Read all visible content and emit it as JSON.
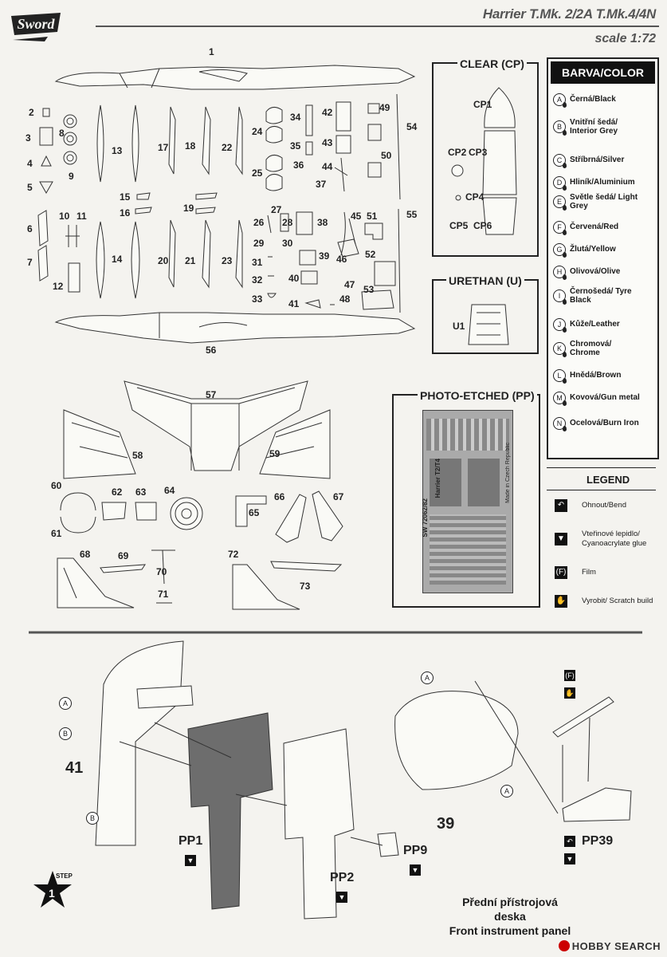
{
  "header": {
    "logo_text": "Sword",
    "title": "Harrier T.Mk. 2/2A T.Mk.4/4N",
    "scale": "scale 1:72"
  },
  "sprue_numbers": [
    "1",
    "2",
    "3",
    "4",
    "5",
    "6",
    "7",
    "8",
    "9",
    "10",
    "11",
    "12",
    "13",
    "14",
    "15",
    "16",
    "17",
    "18",
    "19",
    "20",
    "21",
    "22",
    "23",
    "24",
    "25",
    "26",
    "27",
    "28",
    "29",
    "30",
    "31",
    "32",
    "33",
    "34",
    "35",
    "36",
    "37",
    "38",
    "39",
    "40",
    "41",
    "42",
    "43",
    "44",
    "45",
    "46",
    "47",
    "48",
    "49",
    "50",
    "51",
    "52",
    "53",
    "54",
    "55",
    "56",
    "57",
    "58",
    "59",
    "60",
    "61",
    "62",
    "63",
    "64",
    "65",
    "66",
    "67",
    "68",
    "69",
    "70",
    "71",
    "72",
    "73"
  ],
  "clear_box": {
    "title": "CLEAR (CP)",
    "labels": [
      "CP1",
      "CP2",
      "CP3",
      "CP4",
      "CP5",
      "CP6"
    ]
  },
  "urethan_box": {
    "title": "URETHAN (U)",
    "labels": [
      "U1"
    ]
  },
  "photo_etched_box": {
    "title": "PHOTO-ETCHED (PP)",
    "fret_text": [
      "SW 72062/82",
      "Harrier T2/T4",
      "Made in Czech Republic"
    ]
  },
  "colors": {
    "title": "BARVA/COLOR",
    "items": [
      {
        "key": "A",
        "label": "Černá/Black"
      },
      {
        "key": "B",
        "label": "Vnitřní šedá/ Interior Grey"
      },
      {
        "key": "C",
        "label": "Stříbrná/Silver"
      },
      {
        "key": "D",
        "label": "Hliník/Aluminium"
      },
      {
        "key": "E",
        "label": "Světle šedá/ Light Grey"
      },
      {
        "key": "F",
        "label": "Červená/Red"
      },
      {
        "key": "G",
        "label": "Žlutá/Yellow"
      },
      {
        "key": "H",
        "label": "Olivová/Olive"
      },
      {
        "key": "I",
        "label": "Černošedá/ Tyre Black"
      },
      {
        "key": "J",
        "label": "Kůže/Leather"
      },
      {
        "key": "K",
        "label": "Chromová/ Chrome"
      },
      {
        "key": "L",
        "label": "Hnědá/Brown"
      },
      {
        "key": "M",
        "label": "Kovová/Gun metal"
      },
      {
        "key": "N",
        "label": "Ocelová/Burn Iron"
      }
    ]
  },
  "legend": {
    "title": "LEGEND",
    "items": [
      {
        "icon": "bend-icon",
        "label": "Ohnout/Bend"
      },
      {
        "icon": "glue-icon",
        "label": "Vteřinové lepidlo/ Cyanoacrylate glue"
      },
      {
        "icon": "film-icon",
        "symbol": "(F)",
        "label": "Film"
      },
      {
        "icon": "scratch-build-icon",
        "label": "Vyrobit/ Scratch build"
      }
    ]
  },
  "step": {
    "word": "STEP",
    "number": "1",
    "part_labels": [
      "41",
      "PP1",
      "PP2",
      "PP9",
      "39",
      "PP39"
    ],
    "color_callouts": [
      "A",
      "B",
      "B",
      "A",
      "A"
    ],
    "film_symbol": "(F)",
    "caption_cz": "Přední přístrojová deska",
    "caption_en": "Front instrument panel"
  },
  "watermark": "HOBBY SEARCH"
}
